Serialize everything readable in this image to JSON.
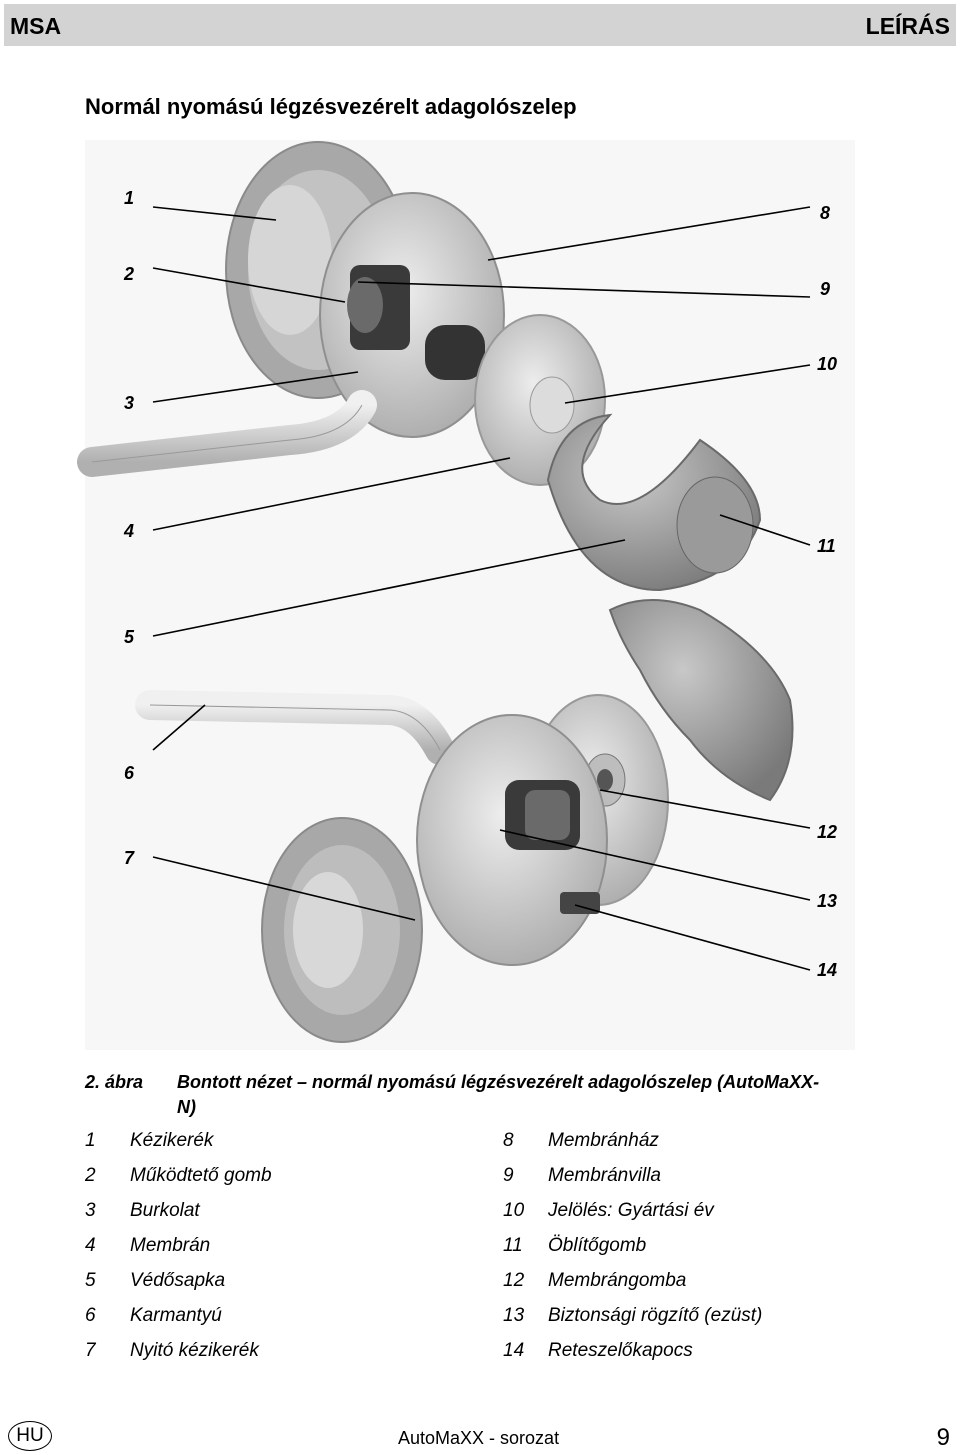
{
  "header": {
    "left": "MSA",
    "right": "LEÍRÁS"
  },
  "title": "Normál nyomású légzésvezérelt adagolószelep",
  "callouts": [
    "1",
    "2",
    "3",
    "4",
    "5",
    "6",
    "7",
    "8",
    "9",
    "10",
    "11",
    "12",
    "13",
    "14"
  ],
  "caption": {
    "number": "2. ábra",
    "text": "Bontott nézet – normál nyomású légzésvezérelt adagolószelep (AutoMaXX-N)"
  },
  "legend": [
    {
      "num": "1",
      "label": "Kézikerék"
    },
    {
      "num": "2",
      "label": "Működtető gomb"
    },
    {
      "num": "3",
      "label": "Burkolat"
    },
    {
      "num": "4",
      "label": "Membrán"
    },
    {
      "num": "5",
      "label": "Védősapka"
    },
    {
      "num": "6",
      "label": "Karmantyú"
    },
    {
      "num": "7",
      "label": "Nyitó kézikerék"
    },
    {
      "num": "8",
      "label": "Membránház"
    },
    {
      "num": "9",
      "label": "Membránvilla"
    },
    {
      "num": "10",
      "label": "Jelölés: Gyártási év"
    },
    {
      "num": "11",
      "label": "Öblítőgomb"
    },
    {
      "num": "12",
      "label": "Membrángomba"
    },
    {
      "num": "13",
      "label": "Biztonsági rögzítő (ezüst)"
    },
    {
      "num": "14",
      "label": "Reteszelőkapocs"
    }
  ],
  "footer": {
    "lang": "HU",
    "series": "AutoMaXX - sorozat",
    "page": "9"
  }
}
